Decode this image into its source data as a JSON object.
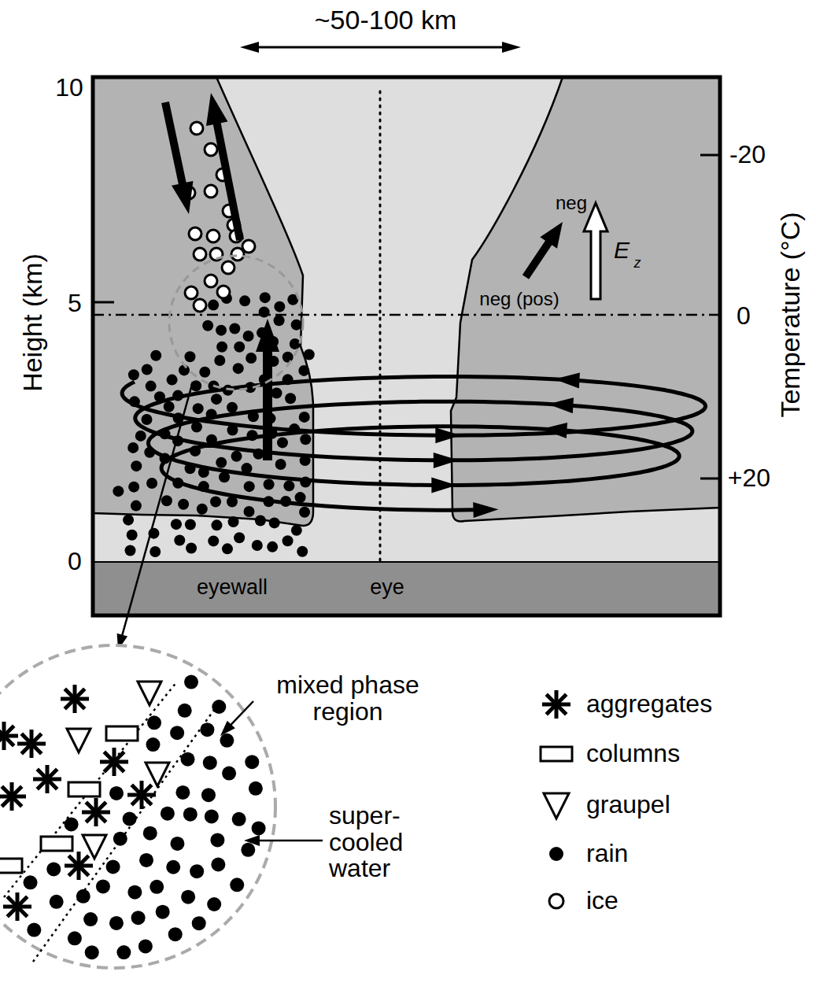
{
  "diagram": {
    "labels": [
      "~50-100 km",
      "10",
      "5",
      "0",
      "Height (km)",
      "-20",
      "0",
      "+20",
      "Temperature (°C)",
      "neg",
      "neg (pos)",
      "E",
      "z",
      "eyewall",
      "eye",
      "mixed phase region",
      "super-cooled water"
    ],
    "legend": [
      {
        "text": "aggregates"
      },
      {
        "text": "columns"
      },
      {
        "text": "graupel"
      },
      {
        "text": "rain"
      },
      {
        "text": "ice"
      }
    ]
  }
}
